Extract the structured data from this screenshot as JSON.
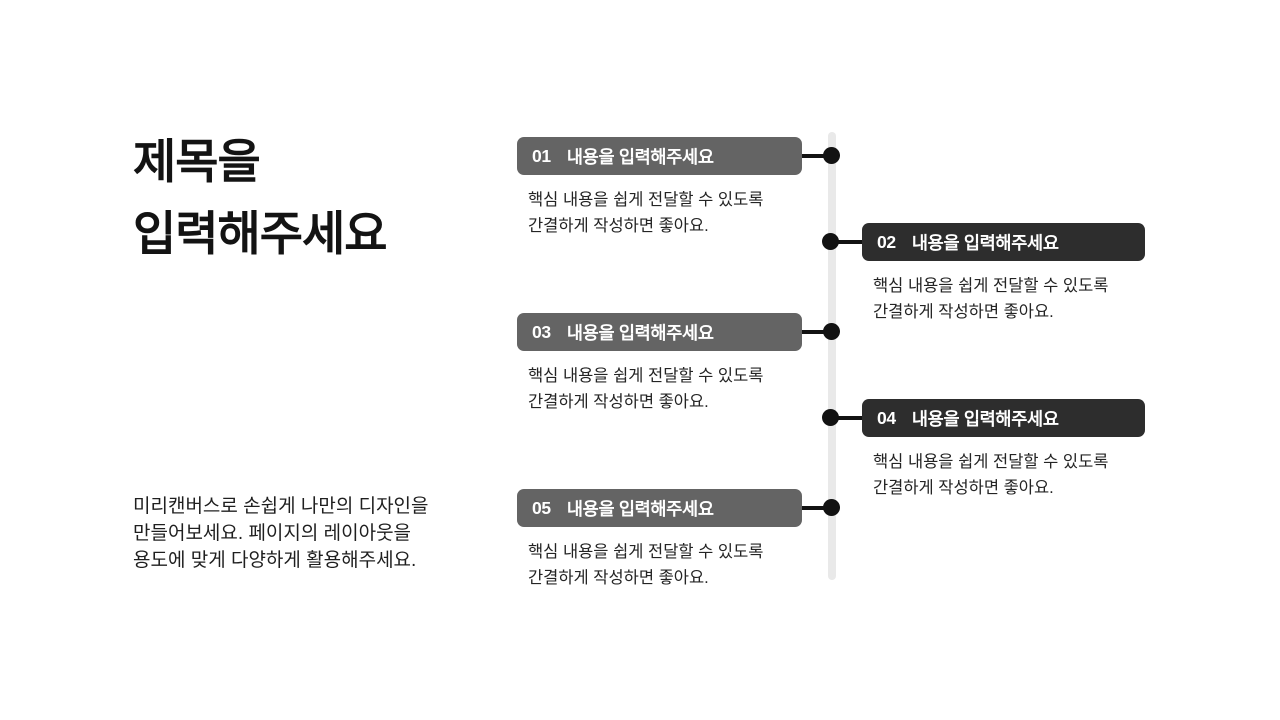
{
  "slide": {
    "title_line1": "제목을",
    "title_line2": "입력해주세요",
    "intro_line1": "미리캔버스로 손쉽게 나만의 디자인을",
    "intro_line2": "만들어보세요. 페이지의 레이아웃을",
    "intro_line3": "용도에 맞게 다양하게 활용해주세요."
  },
  "timeline": {
    "items": [
      {
        "number": "01",
        "title": "내용을 입력해주세요",
        "body_line1": "핵심 내용을 쉽게 전달할 수 있도록",
        "body_line2": "간결하게 작성하면 좋아요.",
        "side": "left"
      },
      {
        "number": "02",
        "title": "내용을 입력해주세요",
        "body_line1": "핵심 내용을 쉽게 전달할 수 있도록",
        "body_line2": "간결하게 작성하면 좋아요.",
        "side": "right"
      },
      {
        "number": "03",
        "title": "내용을 입력해주세요",
        "body_line1": "핵심 내용을 쉽게 전달할 수 있도록",
        "body_line2": "간결하게 작성하면 좋아요.",
        "side": "left"
      },
      {
        "number": "04",
        "title": "내용을 입력해주세요",
        "body_line1": "핵심 내용을 쉽게 전달할 수 있도록",
        "body_line2": "간결하게 작성하면 좋아요.",
        "side": "right"
      },
      {
        "number": "05",
        "title": "내용을 입력해주세요",
        "body_line1": "핵심 내용을 쉽게 전달할 수 있도록",
        "body_line2": "간결하게 작성하면 좋아요.",
        "side": "left"
      }
    ]
  },
  "colors": {
    "bar_left": "#646464",
    "bar_right": "#2d2d2d",
    "spine": "#e9e9e9",
    "dot": "#121212",
    "title_text": "#131313",
    "body_text": "#242424"
  }
}
